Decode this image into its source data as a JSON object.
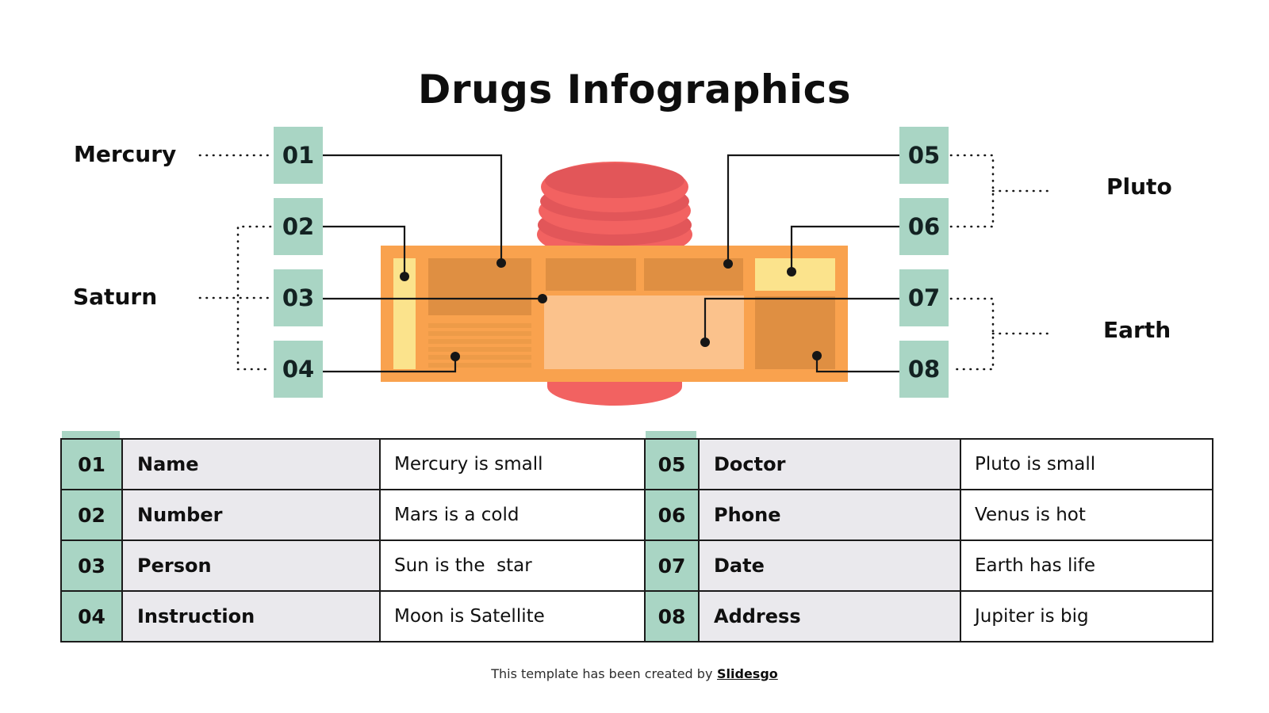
{
  "slide": {
    "title": "Drugs Infographics",
    "footer": {
      "prefix": "This template has been created by",
      "brand": "Slidesgo"
    }
  },
  "diagram": {
    "planets": {
      "mercury": "Mercury",
      "saturn": "Saturn",
      "pluto": "Pluto",
      "earth": "Earth"
    },
    "markers": [
      "01",
      "02",
      "03",
      "04",
      "05",
      "06",
      "07",
      "08"
    ]
  },
  "table": {
    "rows": [
      {
        "l_num": "01",
        "l_label": "Name",
        "l_value": "Mercury is small",
        "r_num": "05",
        "r_label": "Doctor",
        "r_value": "Pluto is small"
      },
      {
        "l_num": "02",
        "l_label": "Number",
        "l_value": "Mars is a cold",
        "r_num": "06",
        "r_label": "Phone",
        "r_value": "Venus is hot"
      },
      {
        "l_num": "03",
        "l_label": "Person",
        "l_value": "Sun is the  star",
        "r_num": "07",
        "r_label": "Date",
        "r_value": "Earth has life"
      },
      {
        "l_num": "04",
        "l_label": "Instruction",
        "l_value": "Moon is Satellite",
        "r_num": "08",
        "r_label": "Address",
        "r_value": "Jupiter is big"
      }
    ]
  },
  "colors": {
    "mint": "#A9D5C4",
    "table_label_bg": "#EAE9ED",
    "label_orange": "#F9A24E",
    "panel_dark_orange": "#DF8F42",
    "panel_stripe": "#ED9B48",
    "panel_peach": "#FBC28C",
    "panel_yellow": "#FBE38C",
    "bottle_red": "#F26261",
    "bottle_red_dark": "#E25659",
    "line_black": "#161616"
  }
}
